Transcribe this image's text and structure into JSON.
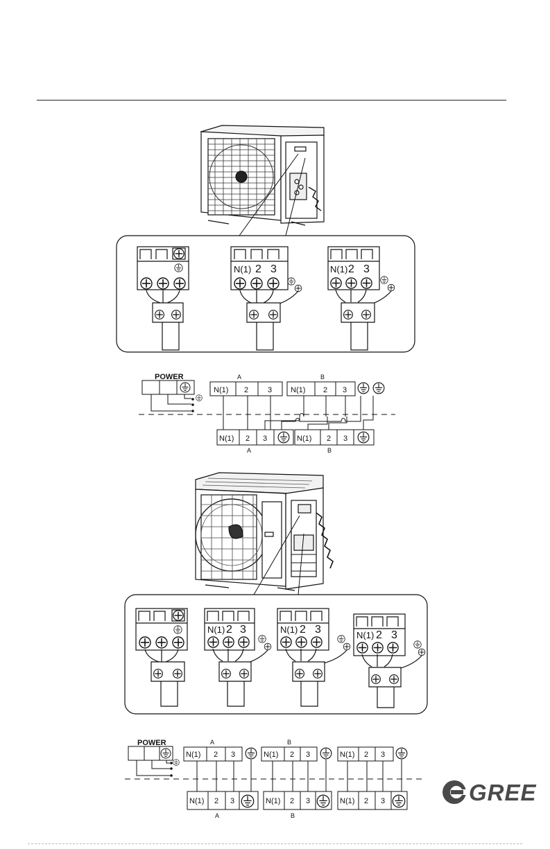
{
  "brand": {
    "logo_text": "GREE",
    "logo_color": "#4a4a4a"
  },
  "diagram1": {
    "terminals": [
      {
        "labels": [
          "",
          "",
          ""
        ]
      },
      {
        "labels": [
          "N(1)",
          "2",
          "3"
        ]
      },
      {
        "labels": [
          "N(1)",
          "2",
          "3"
        ]
      }
    ],
    "power_label": "POWER",
    "indoor_a_label": "A",
    "indoor_b_label": "B",
    "top_a": [
      "N(1)",
      "2",
      "3"
    ],
    "top_b": [
      "N(1)",
      "2",
      "3"
    ],
    "bottom_a": [
      "N(1)",
      "2",
      "3"
    ],
    "bottom_b": [
      "N(1)",
      "2",
      "3"
    ],
    "bottom_a_label": "A",
    "bottom_b_label": "B"
  },
  "diagram2": {
    "terminals": [
      {
        "labels": [
          "",
          "",
          ""
        ]
      },
      {
        "labels": [
          "N(1)",
          "2",
          "3"
        ]
      },
      {
        "labels": [
          "N(1)",
          "2",
          "3"
        ]
      },
      {
        "labels": [
          "N(1)",
          "2",
          "3"
        ]
      }
    ],
    "power_label": "POWER",
    "top_a_label": "A",
    "top_b_label": "B",
    "top_a": [
      "N(1)",
      "2",
      "3"
    ],
    "top_b": [
      "N(1)",
      "2",
      "3"
    ],
    "top_c": [
      "N(1)",
      "2",
      "3"
    ],
    "bottom_a": [
      "N(1)",
      "2",
      "3"
    ],
    "bottom_b": [
      "N(1)",
      "2",
      "3"
    ],
    "bottom_c": [
      "N(1)",
      "2",
      "3"
    ],
    "bottom_a_label": "A",
    "bottom_b_label": "B"
  }
}
